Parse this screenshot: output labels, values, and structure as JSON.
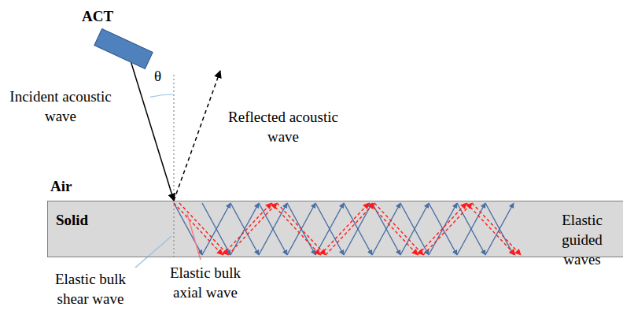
{
  "diagram": {
    "nodes": [
      {
        "text": [
          "ACT"
        ]
      },
      {
        "text": [
          "Solid",
          "Elastic guided waves"
        ]
      }
    ],
    "edges": [
      {
        "from": 0,
        "to": 1,
        "arrow": "to"
      }
    ],
    "labels": [
      "θ",
      "Incident acoustic wave",
      "Reflected acoustic wave",
      "Air",
      "Elastic bulk shear wave",
      "Elastic bulk axial wave"
    ]
  }
}
